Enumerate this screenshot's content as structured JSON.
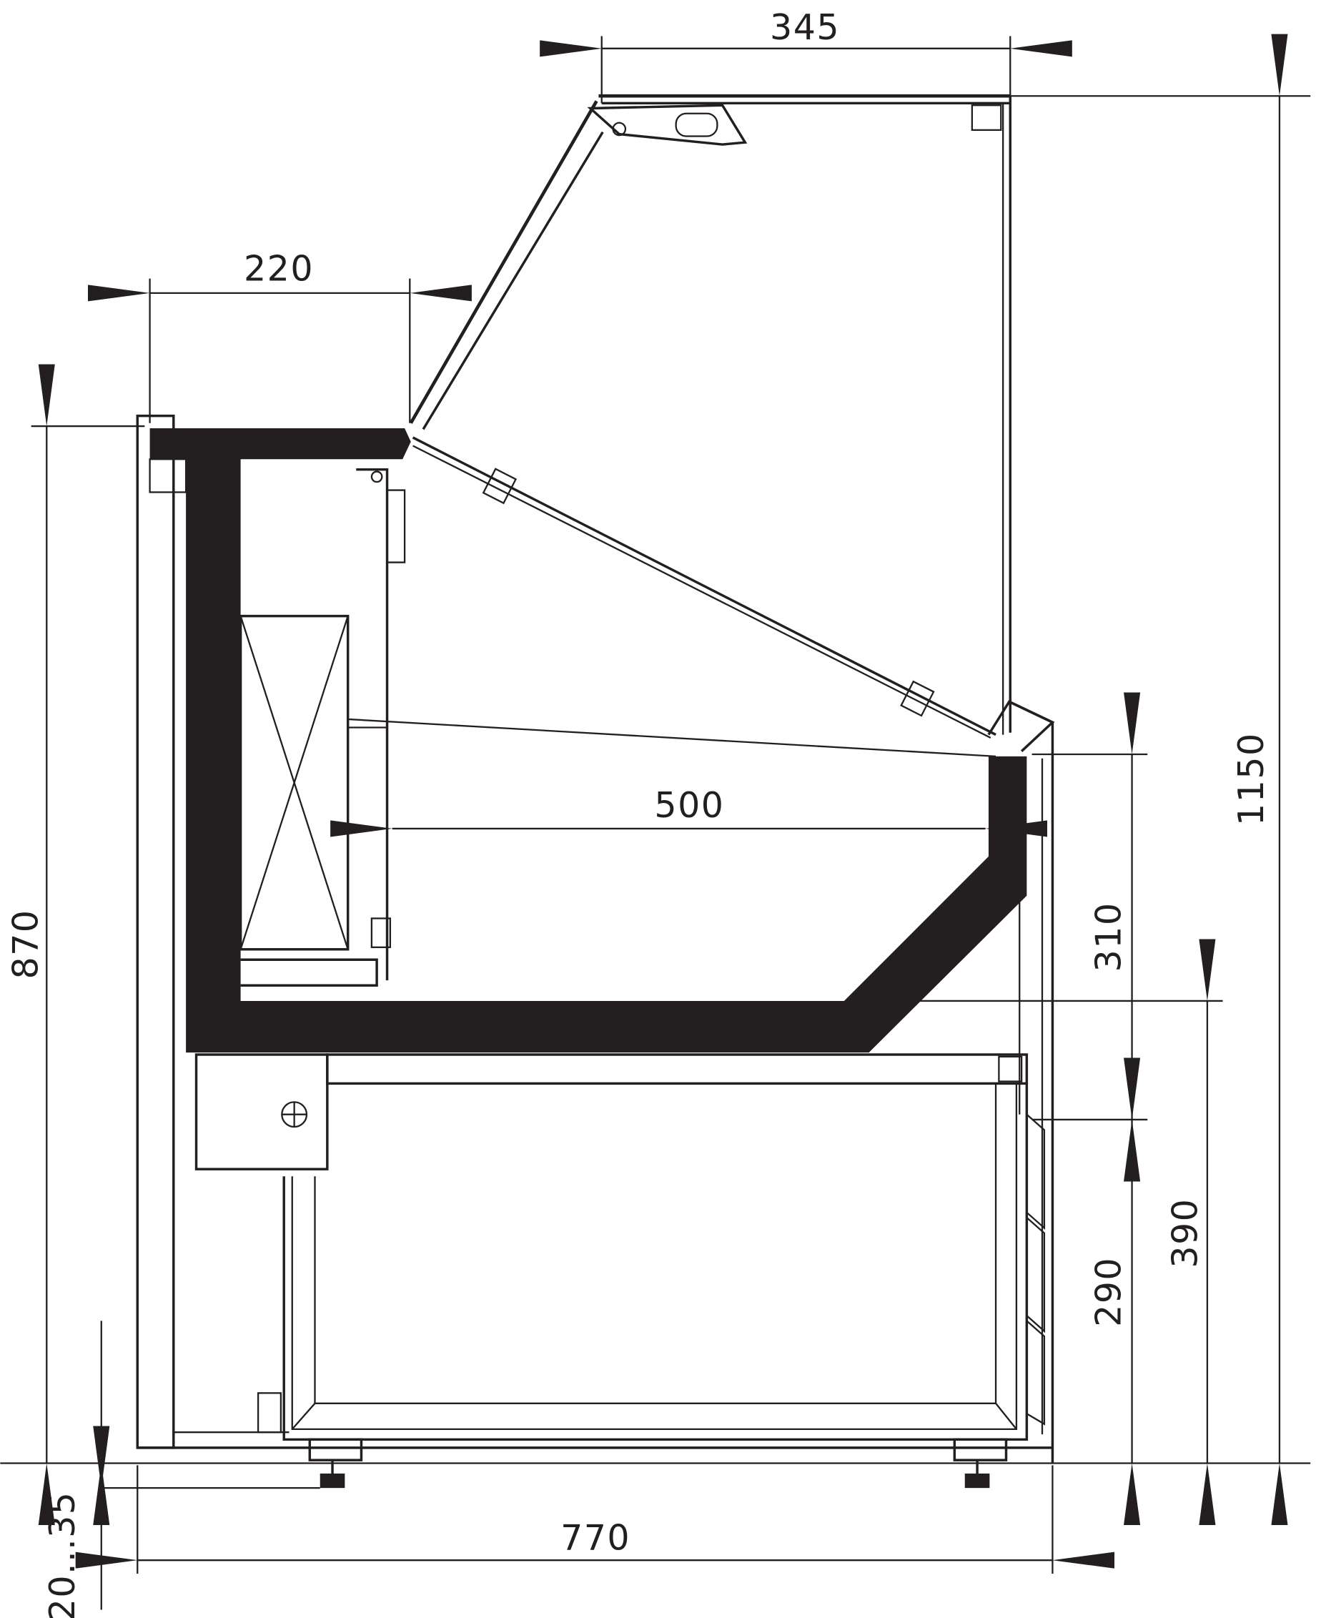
{
  "drawing": {
    "colors": {
      "ink": "#231f20",
      "background": "#ffffff"
    },
    "dimensions": {
      "top_glass_width": "345",
      "worktop_depth": "220",
      "height_total": "1150",
      "height_body": "870",
      "display_depth": "500",
      "display_well_height": "310",
      "lower_height": "390",
      "base_height": "290",
      "total_depth": "770",
      "leg_adjust": "20...35"
    }
  }
}
